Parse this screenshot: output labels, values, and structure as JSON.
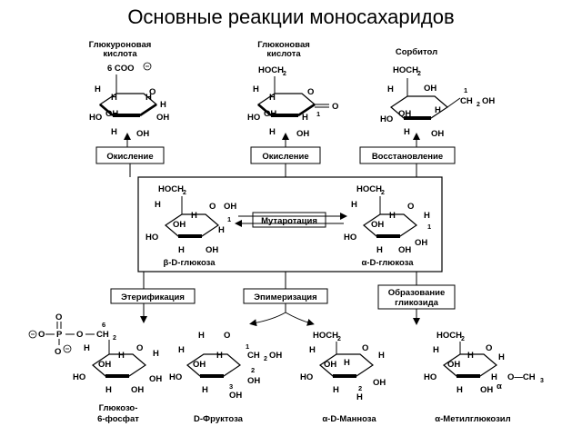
{
  "title": "Основные реакции моносахаридов",
  "labels": {
    "glucuronic": [
      "Глюкуроновая",
      "кислота"
    ],
    "gluconic": [
      "Глюконовая",
      "кислота"
    ],
    "sorbitol": "Сорбитол",
    "beta_glucose": "β-D-глюкоза",
    "alpha_glucose": "α-D-глюкоза",
    "glucose6p": [
      "Глюкозо-",
      "6-фосфат"
    ],
    "fructose": "D-Фруктоза",
    "mannose": "α-D-Манноза",
    "methylglucoside": "α-Метилглюкозил"
  },
  "reactions": {
    "oxidation1": "Окисление",
    "oxidation2": "Окисление",
    "reduction": "Восстановление",
    "mutarotation": "Мутаротация",
    "esterification": "Этерификация",
    "epimerization": "Эпимеризация",
    "glycoside": [
      "Образование",
      "гликозида"
    ]
  },
  "atoms": {
    "H": "H",
    "OH": "HO",
    "HO": "HO",
    "OHr": "OH",
    "O": "O",
    "HOCH": "HOCH",
    "two": "2",
    "COO": "6 COO",
    "CH2OH": "CH",
    "OH_tail": "OH",
    "one": "1",
    "two_num": "2",
    "three_num": "3",
    "six": "6",
    "P": "P",
    "OCH3": "O—CH",
    "three": "3",
    "alpha": "α",
    "eq_O": "O"
  }
}
